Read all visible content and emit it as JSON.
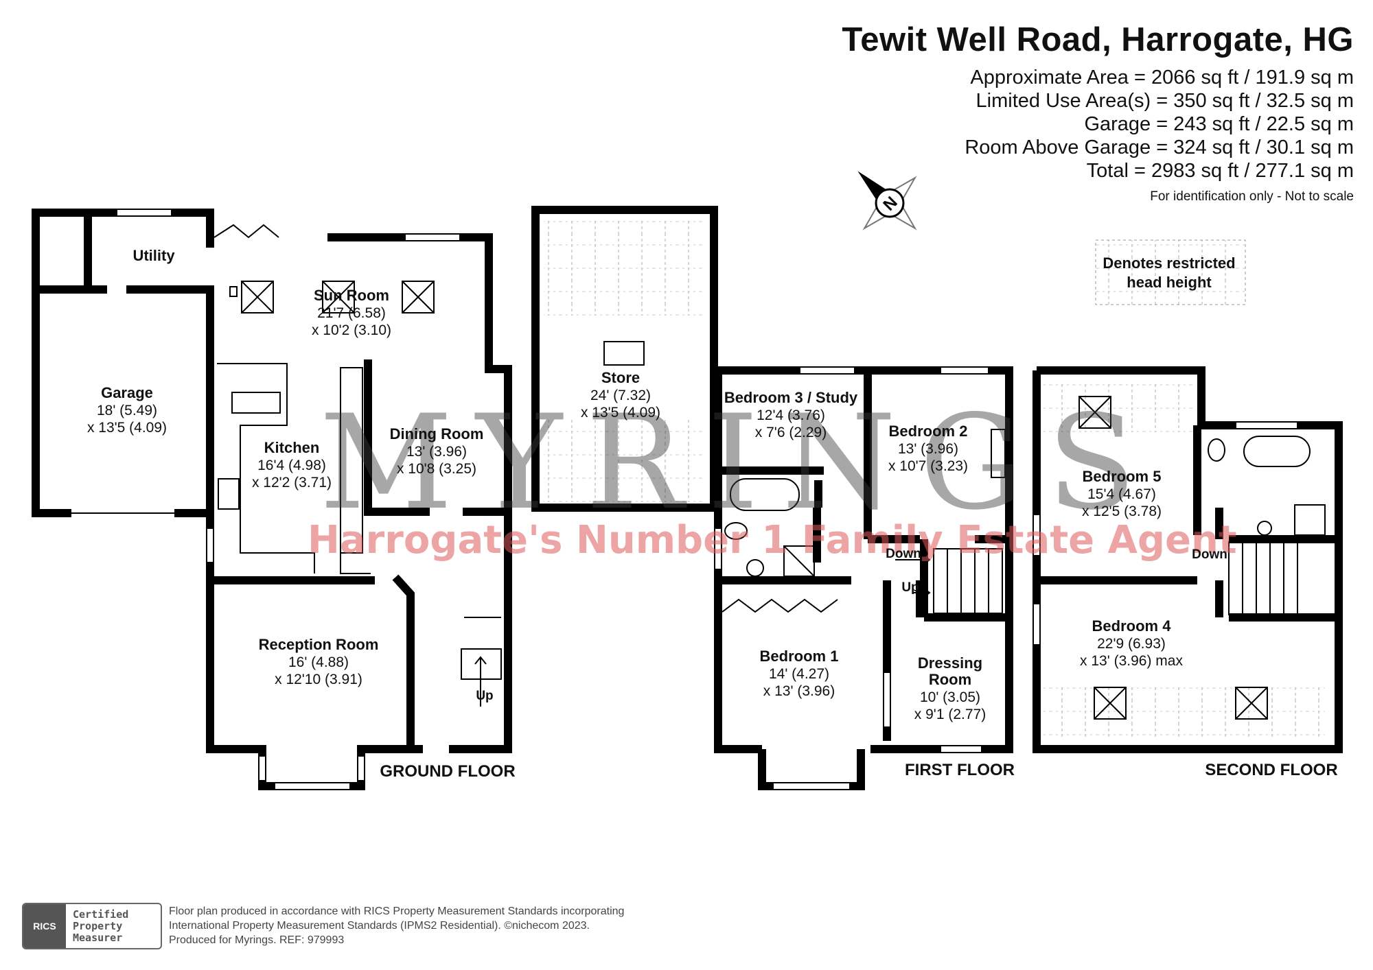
{
  "header": {
    "title": "Tewit Well Road, Harrogate, HG",
    "areas": [
      "Approximate Area = 2066 sq ft / 191.9 sq m",
      "Limited Use Area(s) = 350 sq ft / 32.5 sq m",
      "Garage = 243 sq ft / 22.5 sq m",
      "Room Above Garage = 324 sq ft / 30.1 sq m",
      "Total = 2983 sq ft / 277.1 sq m"
    ],
    "note": "For identification only - Not to scale"
  },
  "compass": {
    "letter": "N"
  },
  "legend": {
    "line1": "Denotes restricted",
    "line2": "head height"
  },
  "watermark": {
    "name": "MYRINGS",
    "tagline": "Harrogate's Number 1 Family Estate Agent"
  },
  "floors": {
    "ground": "GROUND FLOOR",
    "first": "FIRST FLOOR",
    "second": "SECOND FLOOR"
  },
  "rooms": {
    "utility": {
      "name": "Utility"
    },
    "garage": {
      "name": "Garage",
      "dim1": "18' (5.49)",
      "dim2": "x 13'5 (4.09)"
    },
    "sun_room": {
      "name": "Sun Room",
      "dim1": "21'7 (6.58)",
      "dim2": "x 10'2 (3.10)"
    },
    "kitchen": {
      "name": "Kitchen",
      "dim1": "16'4 (4.98)",
      "dim2": "x 12'2 (3.71)"
    },
    "dining": {
      "name": "Dining Room",
      "dim1": "13' (3.96)",
      "dim2": "x 10'8 (3.25)"
    },
    "reception": {
      "name": "Reception Room",
      "dim1": "16' (4.88)",
      "dim2": "x 12'10 (3.91)"
    },
    "store": {
      "name": "Store",
      "dim1": "24' (7.32)",
      "dim2": "x 13'5 (4.09)"
    },
    "bed3": {
      "name": "Bedroom 3 / Study",
      "dim1": "12'4 (3.76)",
      "dim2": "x 7'6 (2.29)"
    },
    "bed2": {
      "name": "Bedroom 2",
      "dim1": "13' (3.96)",
      "dim2": "x 10'7 (3.23)"
    },
    "bed1": {
      "name": "Bedroom 1",
      "dim1": "14' (4.27)",
      "dim2": "x 13' (3.96)"
    },
    "dressing": {
      "name1": "Dressing",
      "name2": "Room",
      "dim1": "10' (3.05)",
      "dim2": "x 9'1 (2.77)"
    },
    "bed5": {
      "name": "Bedroom 5",
      "dim1": "15'4 (4.67)",
      "dim2": "x 12'5 (3.78)"
    },
    "bed4": {
      "name": "Bedroom 4",
      "dim1": "22'9 (6.93)",
      "dim2": "x 13' (3.96) max"
    }
  },
  "stairs": {
    "up": "Up",
    "down": "Down"
  },
  "badge": {
    "logo": "RICS",
    "line1": "Certified",
    "line2": "Property",
    "line3": "Measurer"
  },
  "footer": {
    "line1": "Floor plan produced in accordance with RICS Property Measurement Standards incorporating",
    "line2": "International Property Measurement Standards (IPMS2 Residential).   ©nichecom 2023.",
    "line3": "Produced for Myrings.   REF:  979993"
  }
}
